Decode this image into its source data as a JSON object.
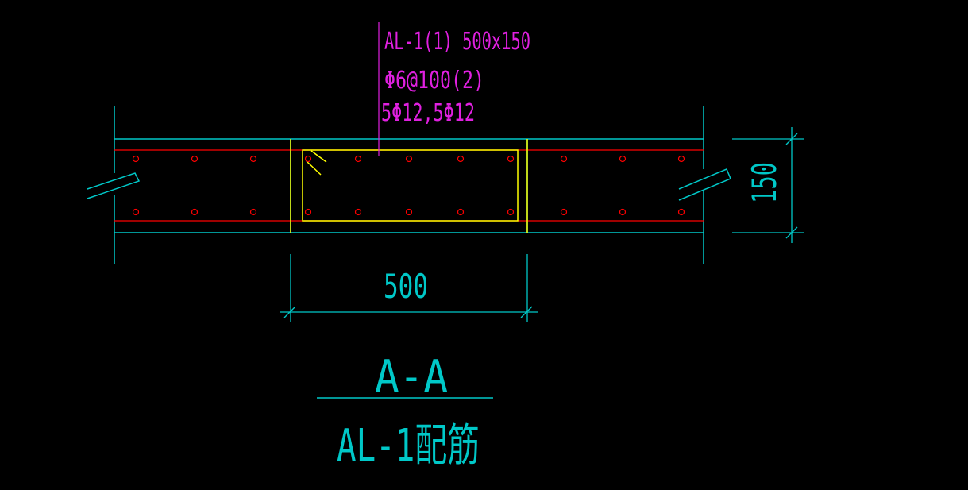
{
  "colors": {
    "background": "#000000",
    "wall": "#00C8C8",
    "rebar_line": "#FF0000",
    "beam_outline": "#FFFF00",
    "annotation": "#E020E0",
    "label_text": "#00C8C8"
  },
  "annotation": {
    "line1": "AL-1(1) 500x150",
    "line2": "Φ6@100(2)",
    "line3": "5Φ12,5Φ12"
  },
  "dimensions": {
    "width_label": "500",
    "height_label": "150"
  },
  "section": {
    "title": "A-A",
    "subtitle": "AL-1配筋"
  }
}
